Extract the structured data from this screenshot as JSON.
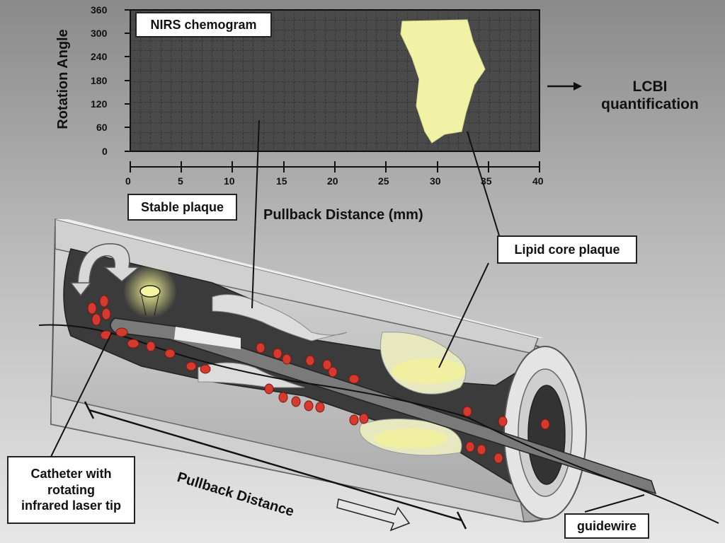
{
  "chemogram": {
    "title": "NIRS chemogram",
    "y_axis_label": "Rotation Angle",
    "x_axis_label": "Pullback Distance (mm)",
    "y_ticks": [
      "360",
      "300",
      "240",
      "180",
      "120",
      "60",
      "0"
    ],
    "x_ticks": [
      "0",
      "5",
      "10",
      "15",
      "20",
      "25",
      "30",
      "35",
      "40"
    ]
  },
  "lcbi": {
    "line1": "LCBI",
    "line2": "quantification"
  },
  "callouts": {
    "stable_plaque": "Stable plaque",
    "lipid_core_plaque": "Lipid core plaque",
    "catheter_line1": "Catheter with",
    "catheter_line2": "rotating",
    "catheter_line3": "infrared laser tip",
    "guidewire": "guidewire"
  },
  "pullback_label": "Pullback Distance",
  "colors": {
    "chart_bg": "#4a4a4a",
    "lipid": "#f0f0a0",
    "blood_cell": "#d63a2e",
    "vessel_wall": "#cfcfcf",
    "lumen": "#3a3a3a"
  }
}
